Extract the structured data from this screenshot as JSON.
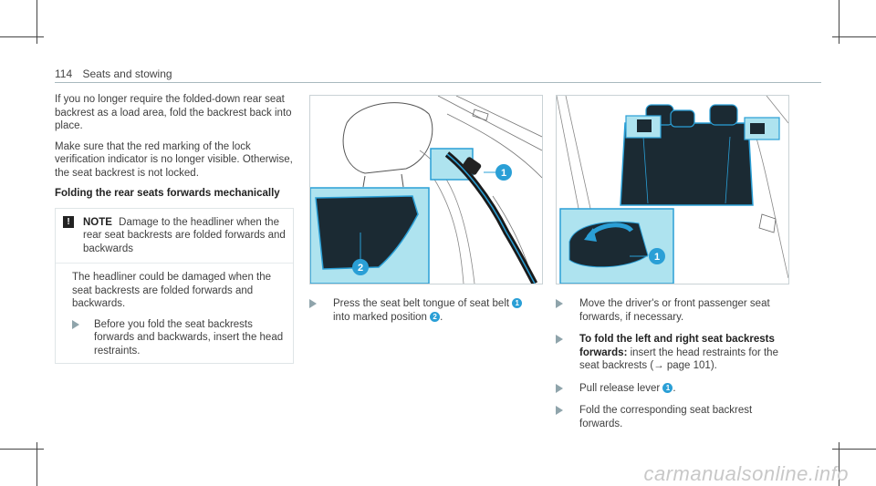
{
  "header": {
    "page_number": "114",
    "title": "Seats and stowing"
  },
  "intro": {
    "p1": "If you no longer require the folded-down rear seat backrest as a load area, fold the backrest back into place.",
    "p2": "Make sure that the red marking of the lock verification indicator is no longer visible. Otherwise, the seat backrest is not locked.",
    "subheading": "Folding the rear seats forwards mechanically"
  },
  "note": {
    "mark": "!",
    "title": "NOTE",
    "text": "Damage to the headliner when the rear seat backrests are folded forwards and backwards",
    "detail": "The headliner could be damaged when the seat backrests are folded forwards and backwards.",
    "bullet": "Before you fold the seat backrests forwards and backwards, insert the head restraints."
  },
  "figure1": {
    "callout_1": "1",
    "callout_2": "2"
  },
  "figure2": {
    "callout_1": "1"
  },
  "step_middle": {
    "text_a": "Press the seat belt tongue of seat belt",
    "ref_1": "1",
    "text_b": "into marked position",
    "ref_2": "2",
    "text_c": "."
  },
  "steps_right": {
    "s1": "Move the driver's or front passenger seat forwards, if necessary.",
    "s2_bold": "To fold the left and right seat backrests forwards:",
    "s2_text": "insert the head restraints for the seat backrests (→ page 101).",
    "s3_a": "Pull release lever",
    "s3_ref": "1",
    "s3_b": ".",
    "s4": "Fold the corresponding seat backrest forwards."
  },
  "watermark": "carmanualsonline.info",
  "colors": {
    "accent": "#2a9fd6",
    "highlight": "#aee3ef",
    "arrow": "#8fa4ab"
  }
}
